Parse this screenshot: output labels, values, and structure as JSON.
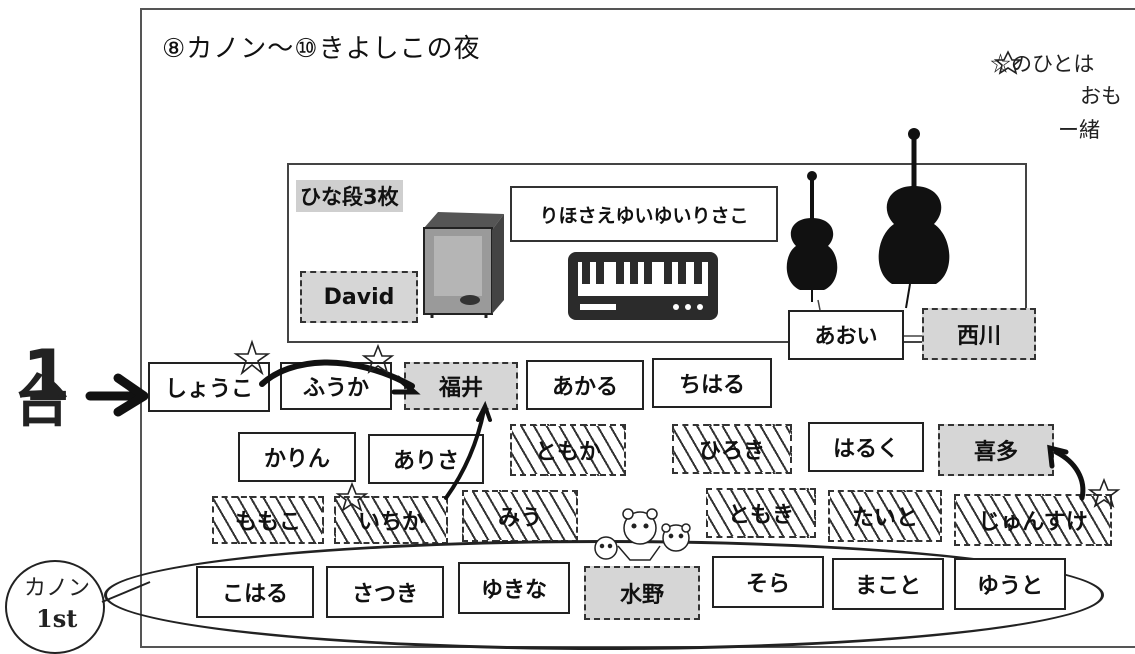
{
  "title": "⑧カノン〜⑩きよしこの夜",
  "handwritten": {
    "left_number": "1",
    "left_char": "台",
    "top_right_line1": "☆のひとは",
    "top_right_line2": "おも",
    "top_right_line3": "ー緒",
    "canon_line1": "カノン",
    "canon_line2": "1st"
  },
  "stage": {
    "label": "ひな段3枚",
    "ensemble": "りほさえゆいゆいりさこ",
    "david": "David",
    "aoi": "あおい",
    "nishikawa": "西川"
  },
  "rows": {
    "row1": [
      "しょうこ",
      "ふうか",
      "福井",
      "あかる",
      "ちはる"
    ],
    "row2": [
      "かりん",
      "ありさ",
      "ともか",
      "ひろき",
      "はるく",
      "喜多"
    ],
    "row3": [
      "ももこ",
      "いちか",
      "みう",
      "ともき",
      "たいと",
      "じゅんすけ"
    ],
    "row4": [
      "こはる",
      "さつき",
      "ゆきな",
      "水野",
      "そら",
      "まこと",
      "ゆうと"
    ]
  },
  "icons": {
    "cajon": "cajon-icon",
    "keyboard": "keyboard-icon",
    "violin": "violin-icon",
    "cello": "cello-icon",
    "star": "star-icon",
    "arrow": "arrow-icon",
    "bears": "bears-icon"
  }
}
